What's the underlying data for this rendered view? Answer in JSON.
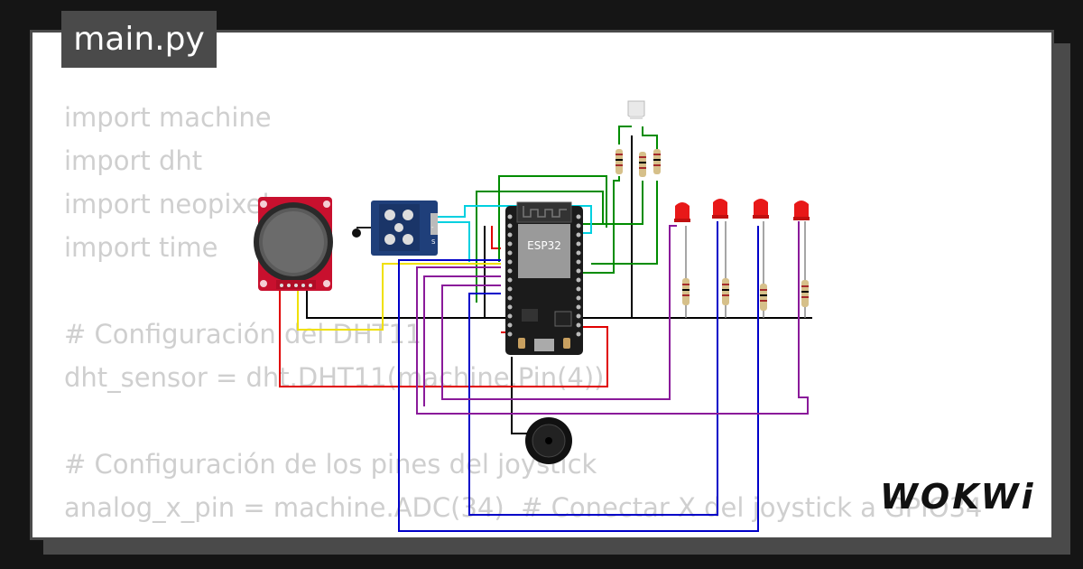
{
  "file": {
    "name": "main.py"
  },
  "code": {
    "lines": [
      "import machine",
      "import dht",
      "import neopixel",
      "import time",
      "",
      "# Configuración del DHT11",
      "dht_sensor = dht.DHT11(machine.Pin(4))",
      "",
      "# Configuración de los pines del joystick",
      "analog_x_pin = machine.ADC(34)  # Conectar X del joystick a GPIO34"
    ]
  },
  "diagram": {
    "esp32_label": "ESP32",
    "sensor_pin_labels": [
      "-",
      "S"
    ],
    "colors": {
      "joystick_board": "#c8102e",
      "sensor_board": "#1f3f7a",
      "esp32_board": "#1b1b1b",
      "wire_black": "#000000",
      "wire_red": "#e00000",
      "wire_green": "#008c00",
      "wire_blue": "#0000c8",
      "wire_purple": "#8a1a9a",
      "wire_yellow": "#f0e000",
      "wire_cyan": "#00d0e0",
      "led": "#e81818"
    }
  },
  "brand": {
    "logo_text": "WOKWi"
  }
}
